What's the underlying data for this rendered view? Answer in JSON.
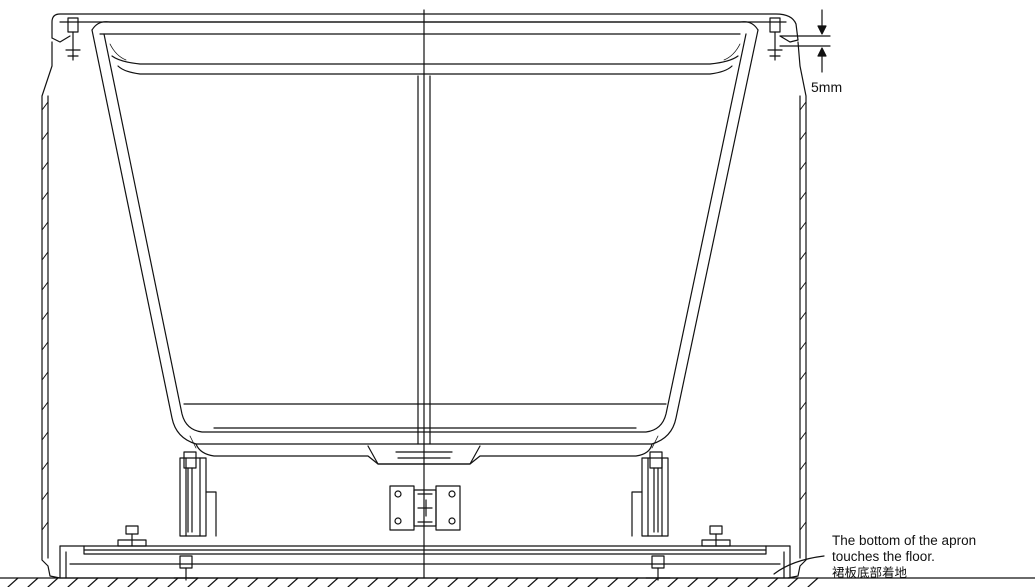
{
  "dimension": {
    "value_label": "5mm"
  },
  "annotation": {
    "line_en_1": "The bottom of the apron",
    "line_en_2": "touches the floor.",
    "line_zh": "裙板底部着地"
  },
  "colors": {
    "stroke": "#111111",
    "background": "#ffffff"
  }
}
